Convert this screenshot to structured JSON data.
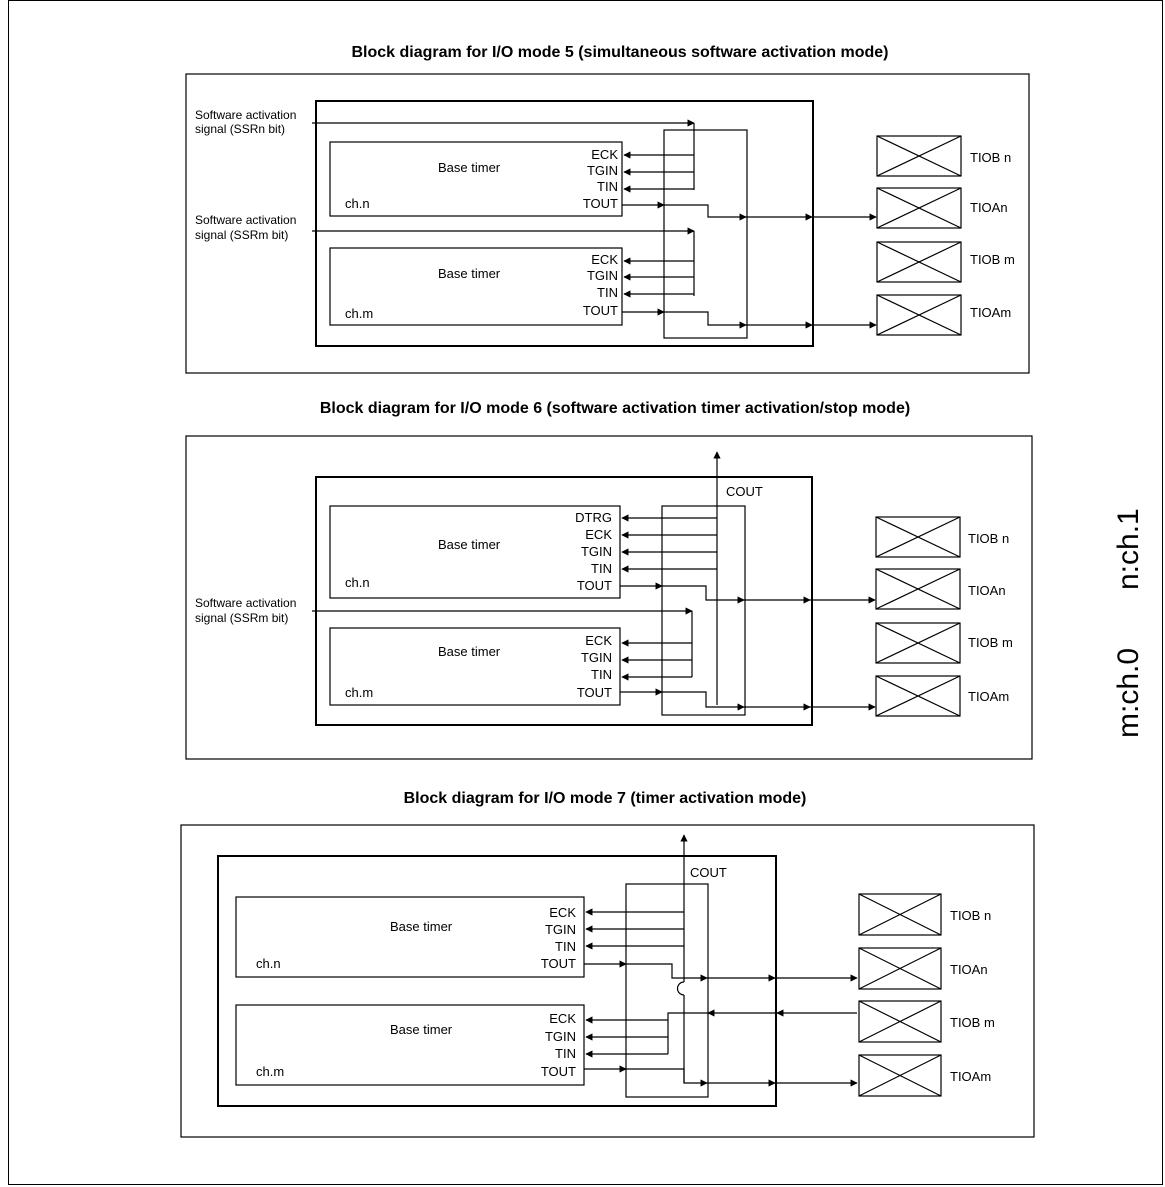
{
  "diagrams": [
    {
      "title": "Block diagram for I/O mode 5 (simultaneous software activation mode)",
      "sw_labels": [
        {
          "line1": "Software activation",
          "line2": "signal (SSRn bit)"
        },
        {
          "line1": "Software activation",
          "line2": "signal (SSRm bit)"
        }
      ],
      "timers": [
        {
          "name": "Base timer",
          "channel": "ch.n",
          "signals": [
            "ECK",
            "TGIN",
            "TIN",
            "TOUT"
          ]
        },
        {
          "name": "Base timer",
          "channel": "ch.m",
          "signals": [
            "ECK",
            "TGIN",
            "TIN",
            "TOUT"
          ]
        }
      ],
      "pins": [
        "TIOB n",
        "TIOAn",
        "TIOB m",
        "TIOAm"
      ]
    },
    {
      "title": "Block diagram for I/O mode 6 (software activation timer activation/stop mode)",
      "cout": "COUT",
      "sw_labels": [
        {
          "line1": "Software activation",
          "line2": "signal (SSRm bit)"
        }
      ],
      "timers": [
        {
          "name": "Base timer",
          "channel": "ch.n",
          "signals": [
            "DTRG",
            "ECK",
            "TGIN",
            "TIN",
            "TOUT"
          ]
        },
        {
          "name": "Base timer",
          "channel": "ch.m",
          "signals": [
            "ECK",
            "TGIN",
            "TIN",
            "TOUT"
          ]
        }
      ],
      "pins": [
        "TIOB n",
        "TIOAn",
        "TIOB m",
        "TIOAm"
      ]
    },
    {
      "title": "Block diagram for I/O mode 7 (timer activation mode)",
      "cout": "COUT",
      "timers": [
        {
          "name": "Base timer",
          "channel": "ch.n",
          "signals": [
            "ECK",
            "TGIN",
            "TIN",
            "TOUT"
          ]
        },
        {
          "name": "Base timer",
          "channel": "ch.m",
          "signals": [
            "ECK",
            "TGIN",
            "TIN",
            "TOUT"
          ]
        }
      ],
      "pins": [
        "TIOB n",
        "TIOAn",
        "TIOB m",
        "TIOAm"
      ]
    }
  ],
  "side_labels": {
    "m": "m:ch.0",
    "n": "n:ch.1"
  }
}
